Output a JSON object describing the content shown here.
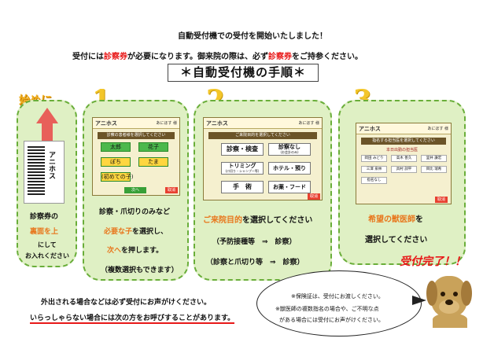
{
  "header": {
    "line1": "自動受付機での受付を開始いたしました！",
    "line2_a": "受付には",
    "line2_b": "診察券",
    "line2_c": "が必要になります。御来院の際は、必ず",
    "line2_d": "診察券",
    "line2_e": "をご持参ください。",
    "title": "＊自動受付機の手順＊"
  },
  "start": {
    "label": "始めに",
    "card_brand": "アニホス",
    "text1": "診察券の",
    "text2": "裏面を上",
    "text3": "にして",
    "text4": "お入れください"
  },
  "step1": {
    "num": "1",
    "logo": "アニホス",
    "back": "あにほす 様",
    "bar": "診察の患者様を選択してください",
    "pets": [
      "太郎",
      "花子",
      "ぽち",
      "たま",
      "(初めての子)"
    ],
    "next": "次へ",
    "cancel": "取消",
    "desc1": "診察・爪切りのみなど",
    "desc2a": "必要な子",
    "desc2b": "を選択し、",
    "desc3a": "次へ",
    "desc3b": "を押します。",
    "desc4": "（複数選択もできます）"
  },
  "step2": {
    "num": "2",
    "logo": "アニホス",
    "back": "あにほす 様",
    "bar": "ご来院目的を選択してください",
    "purposes": [
      {
        "label": "診察・検査",
        "sub": ""
      },
      {
        "label": "診察なし",
        "sub": "(お会計のみ)"
      },
      {
        "label": "トリミング",
        "sub": "(爪切り・シャンプー等)"
      },
      {
        "label": "ホテル・預り",
        "sub": ""
      },
      {
        "label": "手　術",
        "sub": ""
      },
      {
        "label": "お薬・フード",
        "sub": ""
      }
    ],
    "cancel": "取消",
    "desc1a": "ご来院目的",
    "desc1b": "を選択してください",
    "desc2": "（予防接種等　⇒　診察）",
    "desc3": "（診察と爪切り等　⇒　診察）"
  },
  "step3": {
    "num": "3",
    "logo": "アニホス",
    "back": "あにほす 様",
    "bar": "指名する担当医を選択してください",
    "duty_label": "本日出勤の担当医",
    "doctors": [
      "岡田 みどり",
      "高木 善久",
      "里井 謙宏",
      "三澤 泉林",
      "具村 訓平",
      "目比 瑞希",
      "指名なし"
    ],
    "cancel": "取消",
    "desc1a": "希望の獣医師",
    "desc1b": "を",
    "desc2": "選択してください"
  },
  "done": "受付完了！！",
  "footer": {
    "line1": "外出される場合などは必ず受付にお声がけください。",
    "line2": "いらっしゃらない場合には次の方をお呼びすることがあります。"
  },
  "bubble": {
    "line1": "※保険証は、受付にお渡しください。",
    "line2": "※獣医師の複数指名の場合や、ご不明な点",
    "line3": "がある場合には受付にお声がけください。"
  }
}
